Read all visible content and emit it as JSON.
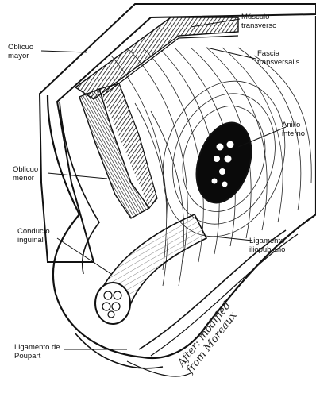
{
  "labels": {
    "musculo_transverso": [
      "Músculo",
      "transverso"
    ],
    "fascia_transversalis": [
      "Fascia",
      "transversalis"
    ],
    "oblicuo_mayor": [
      "Oblicuo",
      "mayor"
    ],
    "anillo_interno": [
      "Anillo",
      "interno"
    ],
    "oblicuo_menor": [
      "Oblicuo",
      "menor"
    ],
    "conducto_inguinal": [
      "Conducto",
      "inguinal"
    ],
    "ligamento_iliopubiano": [
      "Ligamento",
      "iliopubiano"
    ],
    "ligamento_poupart": [
      "Ligamento de",
      "Poupart"
    ]
  },
  "signature": [
    "After: modified",
    "from Moreaux"
  ],
  "colors": {
    "ink": "#111111",
    "paper": "#ffffff",
    "hole": "#0a0a0a"
  }
}
